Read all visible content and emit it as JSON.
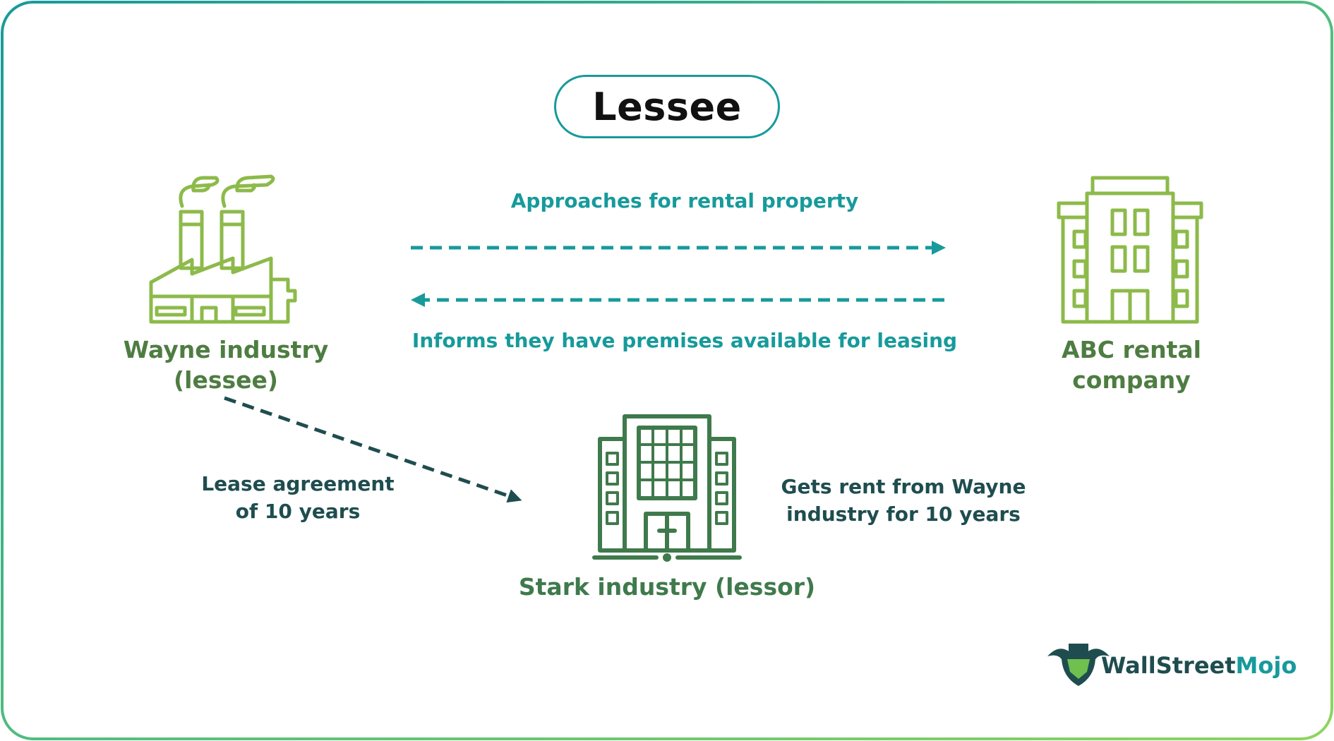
{
  "title": "Lessee",
  "nodes": {
    "lessee": {
      "line1": "Wayne industry",
      "line2": "(lessee)"
    },
    "rental": {
      "line1": "ABC rental",
      "line2": "company"
    },
    "lessor": {
      "label": "Stark industry (lessor)"
    }
  },
  "edges": {
    "approach": "Approaches for rental property",
    "informs": "Informs they have premises available for leasing",
    "lease": {
      "line1": "Lease agreement",
      "line2": "of 10 years"
    },
    "rent": {
      "line1": "Gets rent from Wayne",
      "line2": "industry for 10 years"
    }
  },
  "logo": {
    "part1": "WallStreet",
    "part2": "Mojo"
  },
  "colors": {
    "teal": "#179a9b",
    "light_green": "#8dba4a",
    "dark_green": "#3f7a4c",
    "dark_teal": "#1f4d4f"
  },
  "icons": [
    "factory-icon",
    "office-building-icon",
    "skyscraper-icon",
    "bull-logo-icon"
  ]
}
